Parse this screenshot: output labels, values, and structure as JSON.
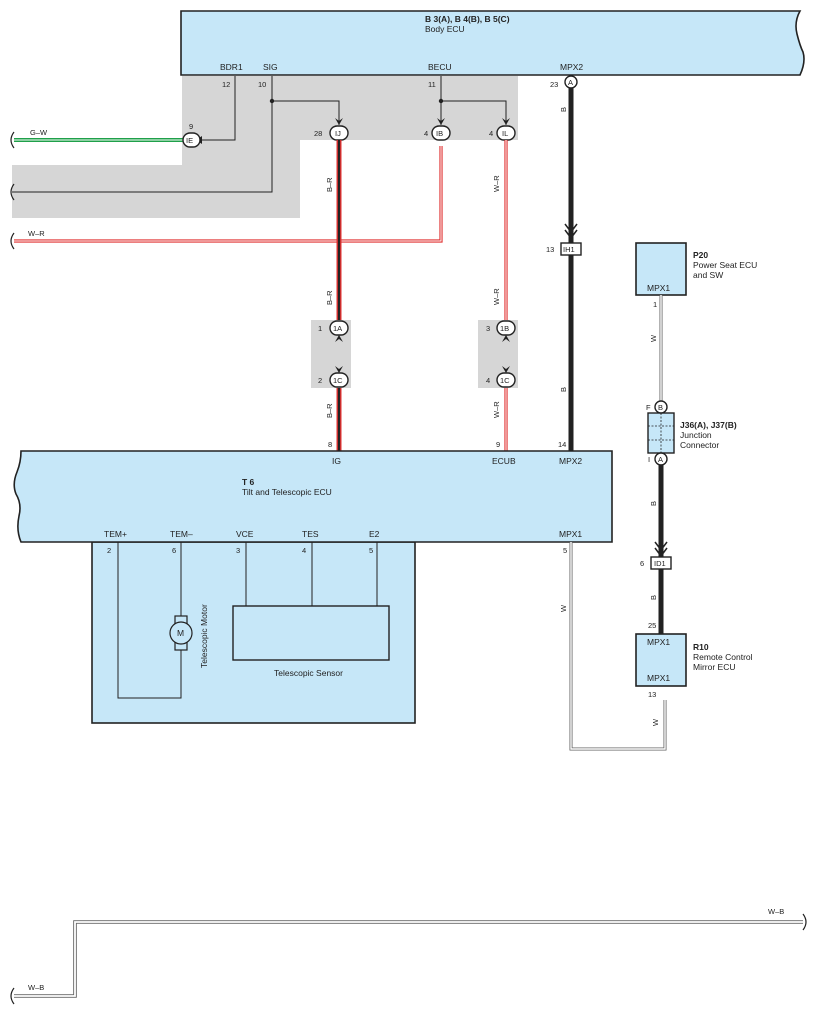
{
  "body_ecu": {
    "title": "B 3(A), B 4(B), B 5(C)",
    "name": "Body ECU",
    "pins": {
      "bdr1": "BDR1",
      "sig": "SIG",
      "becu": "BECU",
      "mpx2": "MPX2"
    },
    "pin_numbers": {
      "bdr1": "12",
      "sig": "10",
      "becu": "11",
      "mpx2": "23"
    },
    "mpx2_connector": "A"
  },
  "connectors": {
    "ie": {
      "label": "IE",
      "pin": "9"
    },
    "ij": {
      "label": "IJ",
      "pin": "28"
    },
    "ib": {
      "label": "IB",
      "pin": "4"
    },
    "il": {
      "label": "IL",
      "pin": "4"
    },
    "ih1": {
      "label": "IH1",
      "pin": "13"
    },
    "j1a": {
      "label": "1A",
      "pin": "1"
    },
    "j1c_left": {
      "label": "1C",
      "pin": "2"
    },
    "j1b": {
      "label": "1B",
      "pin": "3"
    },
    "j1c_right": {
      "label": "1C",
      "pin": "4"
    },
    "id1": {
      "label": "ID1",
      "pin": "6"
    }
  },
  "wires": {
    "gw": "G–W",
    "wr": "W–R",
    "br_1": "B–R",
    "br_2": "B–R",
    "br_3": "B–R",
    "wr_1": "W–R",
    "wr_2": "W–R",
    "wr_3": "W–R",
    "b_1": "B",
    "b_2": "B",
    "b_3": "B",
    "b_4": "B",
    "w_1": "W",
    "w_2": "W",
    "w_3": "W",
    "wb_top": "W–B",
    "wb_bottom": "W–B"
  },
  "tilt_ecu": {
    "title": "T 6",
    "name": "Tilt and Telescopic ECU",
    "top_pins": {
      "ig": "IG",
      "ecub": "ECUB",
      "mpx2": "MPX2"
    },
    "top_pin_numbers": {
      "ig": "8",
      "ecub": "9",
      "mpx2": "14"
    },
    "bottom_pins": {
      "tem_plus": "TEM+",
      "tem_minus": "TEM–",
      "vce": "VCE",
      "tes": "TES",
      "e2": "E2",
      "mpx1": "MPX1"
    },
    "bottom_pin_numbers": {
      "tem_plus": "2",
      "tem_minus": "6",
      "vce": "3",
      "tes": "4",
      "e2": "5",
      "mpx1": "5"
    }
  },
  "motor": {
    "symbol": "M",
    "name": "Telescopic Motor"
  },
  "sensor": {
    "name": "Telescopic Sensor"
  },
  "power_seat": {
    "title": "P20",
    "name_line1": "Power Seat ECU",
    "name_line2": "and SW",
    "pin": "MPX1",
    "pin_number": "1"
  },
  "junction": {
    "title": "J36(A), J37(B)",
    "name_line1": "Junction",
    "name_line2": "Connector",
    "top_label": "B",
    "top_pin": "F",
    "bottom_label": "A",
    "bottom_pin": "I"
  },
  "mirror_ecu": {
    "title": "R10",
    "name_line1": "Remote Control",
    "name_line2": "Mirror ECU",
    "pin_top": "MPX1",
    "pin_top_number": "25",
    "pin_bottom": "MPX1",
    "pin_bottom_number": "13"
  },
  "colors": {
    "ecu_fill": "#c6e7f8",
    "splice_gray": "#d6d6d6",
    "green": "#1fa04a",
    "red": "#e03030"
  }
}
